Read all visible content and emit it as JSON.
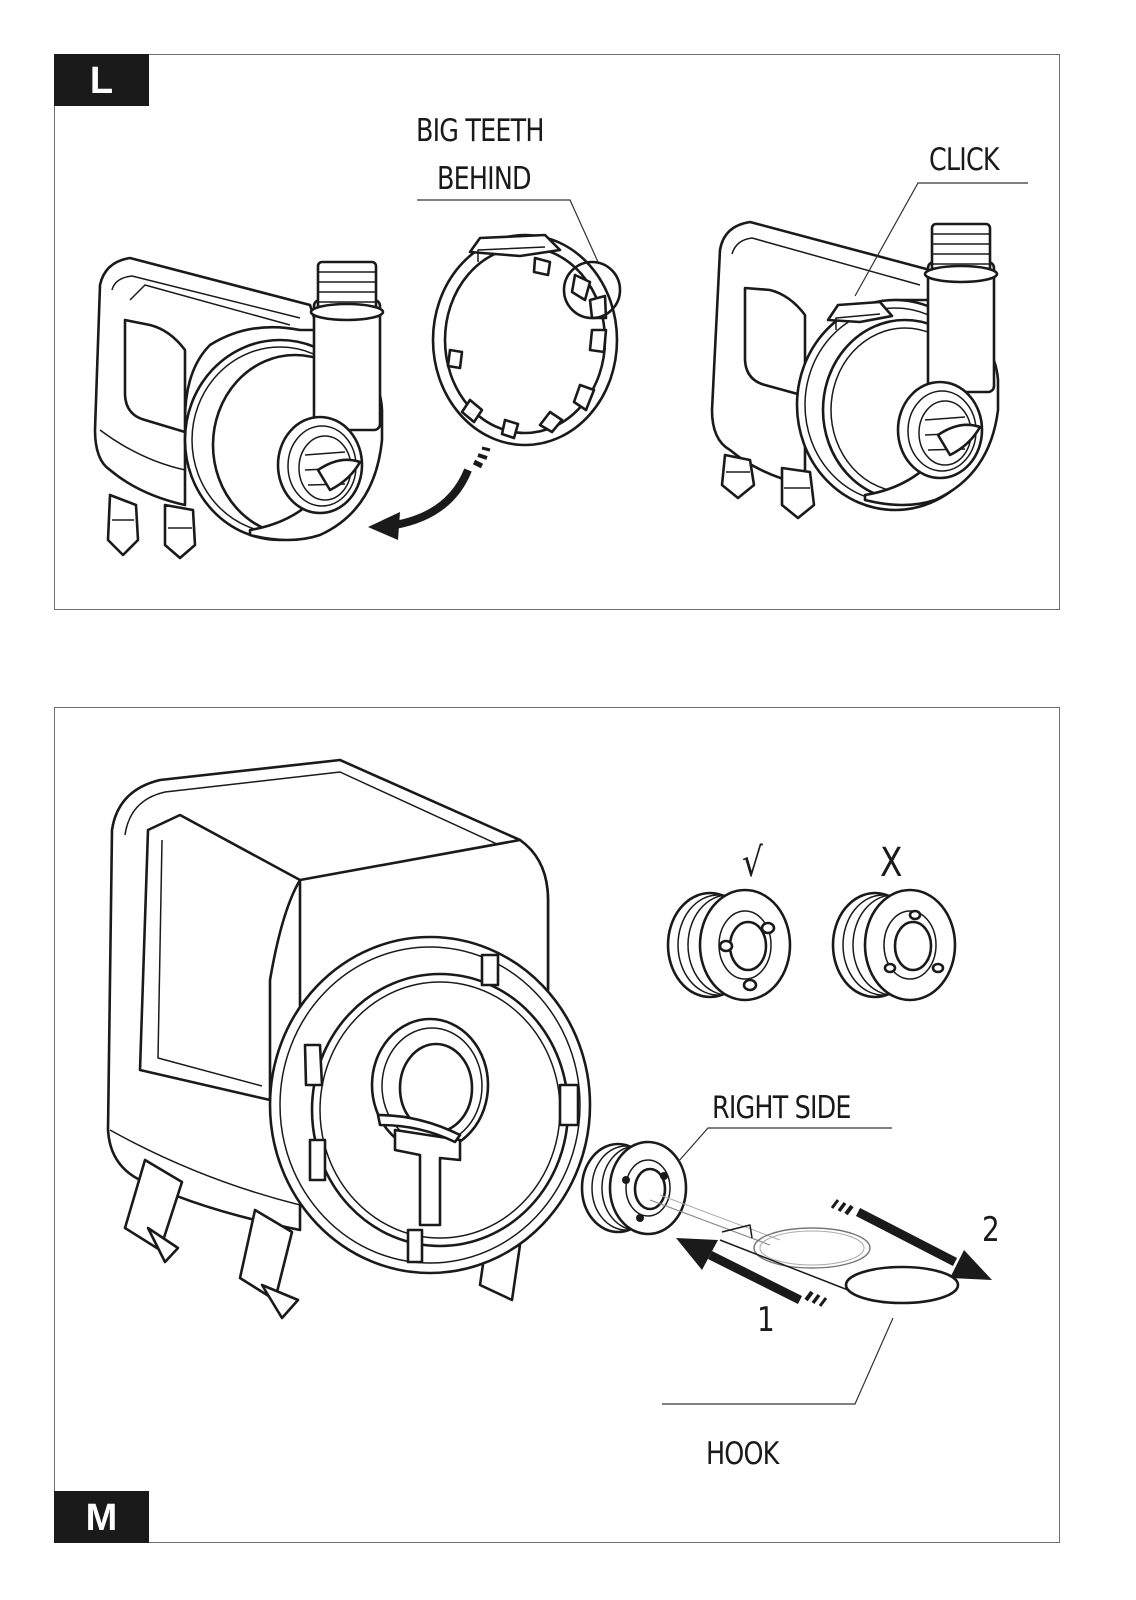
{
  "panel_l": {
    "badge": "L",
    "labels": {
      "big_teeth_line1": "BIG TEETH",
      "big_teeth_line2": "BEHIND",
      "click": "CLICK"
    }
  },
  "panel_m": {
    "badge": "M",
    "labels": {
      "check": "√",
      "cross": "X",
      "right_side": "RIGHT SIDE",
      "step_1": "1",
      "step_2": "2",
      "hook": "HOOK"
    }
  },
  "colors": {
    "ink": "#1a1a1a",
    "frame": "#6e6e6e",
    "badge_bg": "#1a1a1a",
    "badge_text": "#ffffff"
  }
}
